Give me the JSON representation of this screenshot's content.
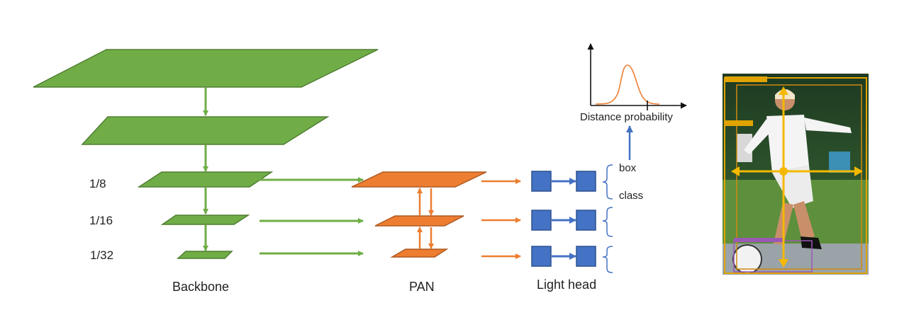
{
  "scales": [
    "1/8",
    "1/16",
    "1/32"
  ],
  "captions": {
    "backbone": "Backbone",
    "pan": "PAN",
    "head": "Light head"
  },
  "head_outputs": {
    "box": "box",
    "class": "class"
  },
  "distribution": {
    "label": "Distance probability"
  },
  "colors": {
    "backbone": "#70ad47",
    "backbone_stroke": "#507e32",
    "pan": "#ed7d31",
    "pan_stroke": "#ae5a21",
    "head_block": "#4472c4",
    "head_stroke": "#2f528f",
    "dist_arrow": "#4472c4",
    "curve": "#ed7d31",
    "bbox": "#f5b800"
  },
  "icons": {
    "photo": "soccer-player-detection-photo"
  }
}
